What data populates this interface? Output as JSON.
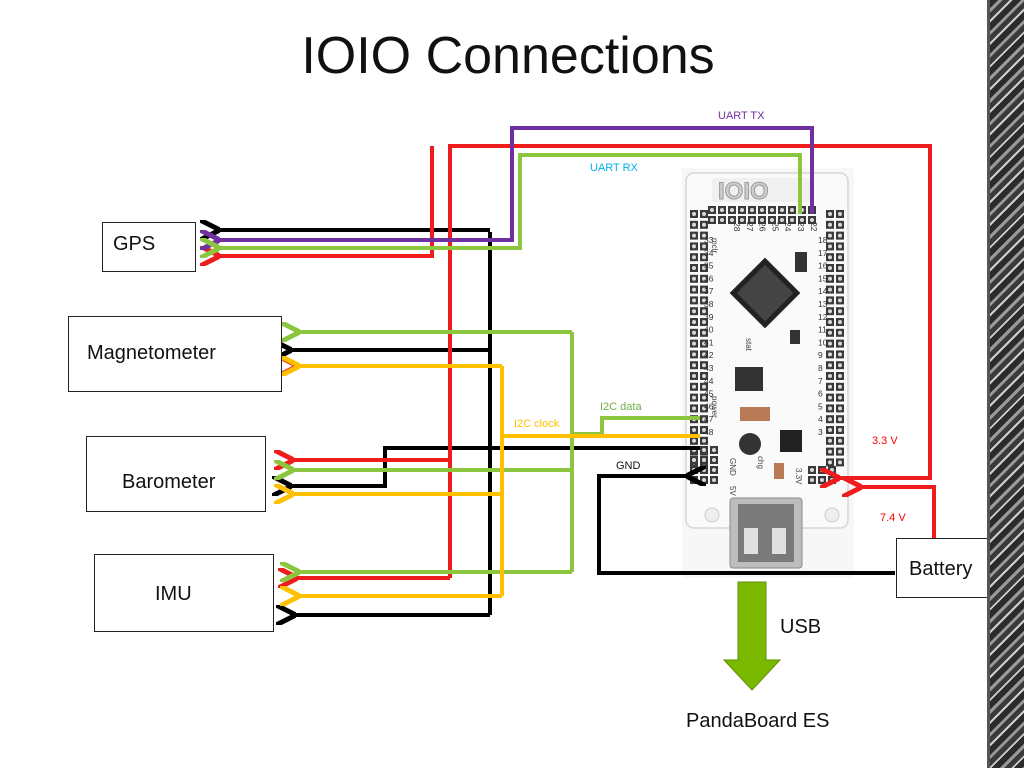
{
  "slide": {
    "title": "IOIO Connections"
  },
  "components": {
    "gps": "GPS",
    "magnetometer": "Magnetometer",
    "barometer": "Barometer",
    "imu": "IMU",
    "battery": "Battery",
    "pandaboard": "PandaBoard ES"
  },
  "wire_labels": {
    "uart_tx": "UART TX",
    "uart_rx": "UART RX",
    "i2c_data": "I2C data",
    "i2c_clock": "I2C clock",
    "gnd": "GND",
    "v33": "3.3 V",
    "v74": "7.4 V",
    "usb": "USB"
  },
  "board": {
    "logo": "IOIO",
    "left_pins": [
      "33",
      "34",
      "35",
      "36",
      "37",
      "38",
      "39",
      "40",
      "41",
      "42",
      "43",
      "44",
      "45",
      "46",
      "47",
      "48"
    ],
    "right_pins": [
      "18",
      "17",
      "16",
      "15",
      "14",
      "13",
      "12",
      "11",
      "10",
      "9",
      "8",
      "7",
      "6",
      "5",
      "4",
      "3"
    ],
    "top_pins": [
      "28",
      "27",
      "26",
      "25",
      "24",
      "23",
      "22"
    ],
    "misc_labels": [
      "mclr",
      "stat",
      "power",
      "GND",
      "5V",
      "3.3V",
      "chg"
    ]
  },
  "colors": {
    "red": "#ee1c1c",
    "black": "#000000",
    "green": "#8cc63f",
    "purple": "#7030a0",
    "yellow": "#ffc000",
    "uart_tx_text": "#7030a0",
    "uart_rx_text": "#00b0f0",
    "i2c_data_text": "#70ad47",
    "i2c_clock_text": "#ffc000",
    "voltage_text": "#ff0000",
    "usb_arrow": "#7ab800"
  }
}
